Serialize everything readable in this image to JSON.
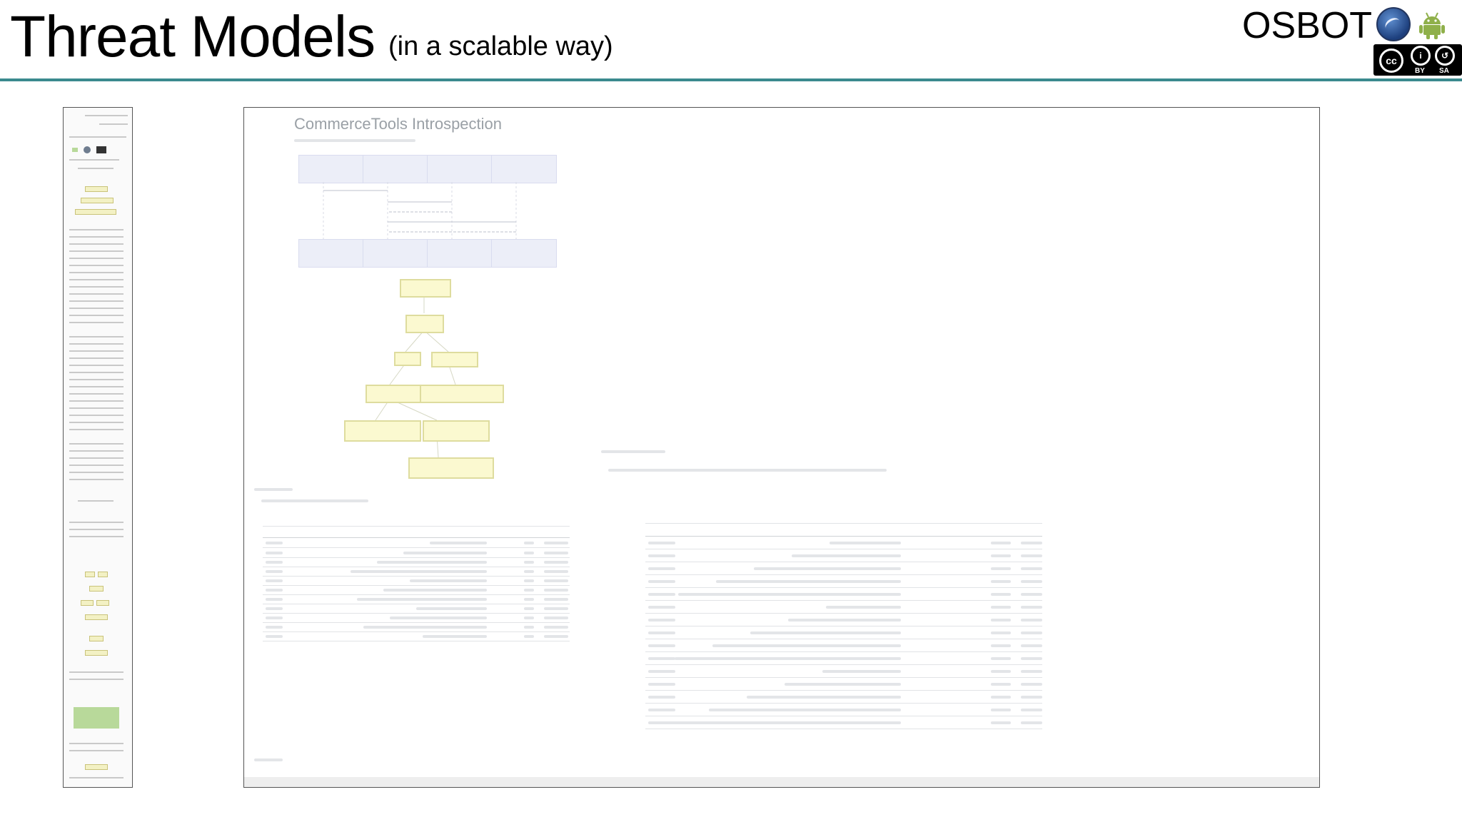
{
  "slide": {
    "title": "Threat Models",
    "subtitle": "(in a scalable way)",
    "brand": "OSBOT",
    "license": {
      "by": "BY",
      "sa": "SA",
      "cc": "cc"
    }
  },
  "colors": {
    "accent_rule": "#3a8a8e",
    "highlight_box": "#fbf9d0",
    "sequence_box": "#eceef8"
  },
  "icons": [
    "osbot-logo-icon",
    "android-icon",
    "creative-commons-icon",
    "attribution-icon",
    "share-alike-icon"
  ],
  "screenshot": {
    "doc_title": "CommerceTools Introspection"
  }
}
